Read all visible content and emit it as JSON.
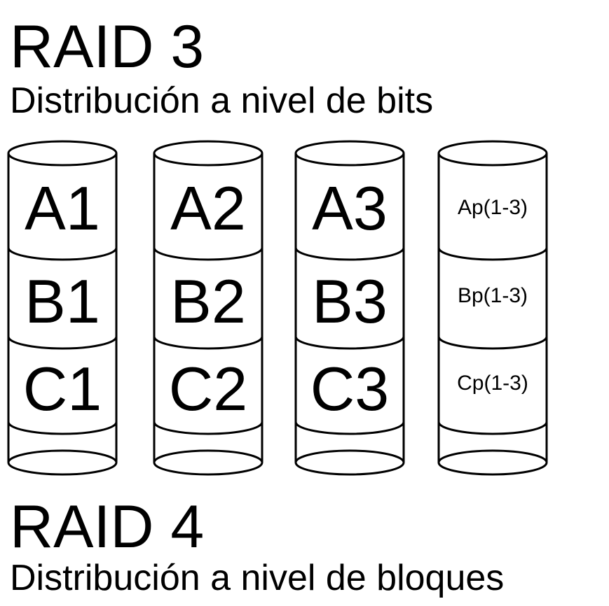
{
  "raid3": {
    "title": "RAID 3",
    "subtitle": "Distribución a nivel de bits"
  },
  "raid4": {
    "title": "RAID 4",
    "subtitle": "Distribución a nivel de bloques"
  },
  "disks": [
    {
      "blocks": [
        "A1",
        "B1",
        "C1"
      ]
    },
    {
      "blocks": [
        "A2",
        "B2",
        "C2"
      ]
    },
    {
      "blocks": [
        "A3",
        "B3",
        "C3"
      ]
    },
    {
      "blocks": [
        "Ap(1-3)",
        "Bp(1-3)",
        "Cp(1-3)"
      ]
    }
  ]
}
